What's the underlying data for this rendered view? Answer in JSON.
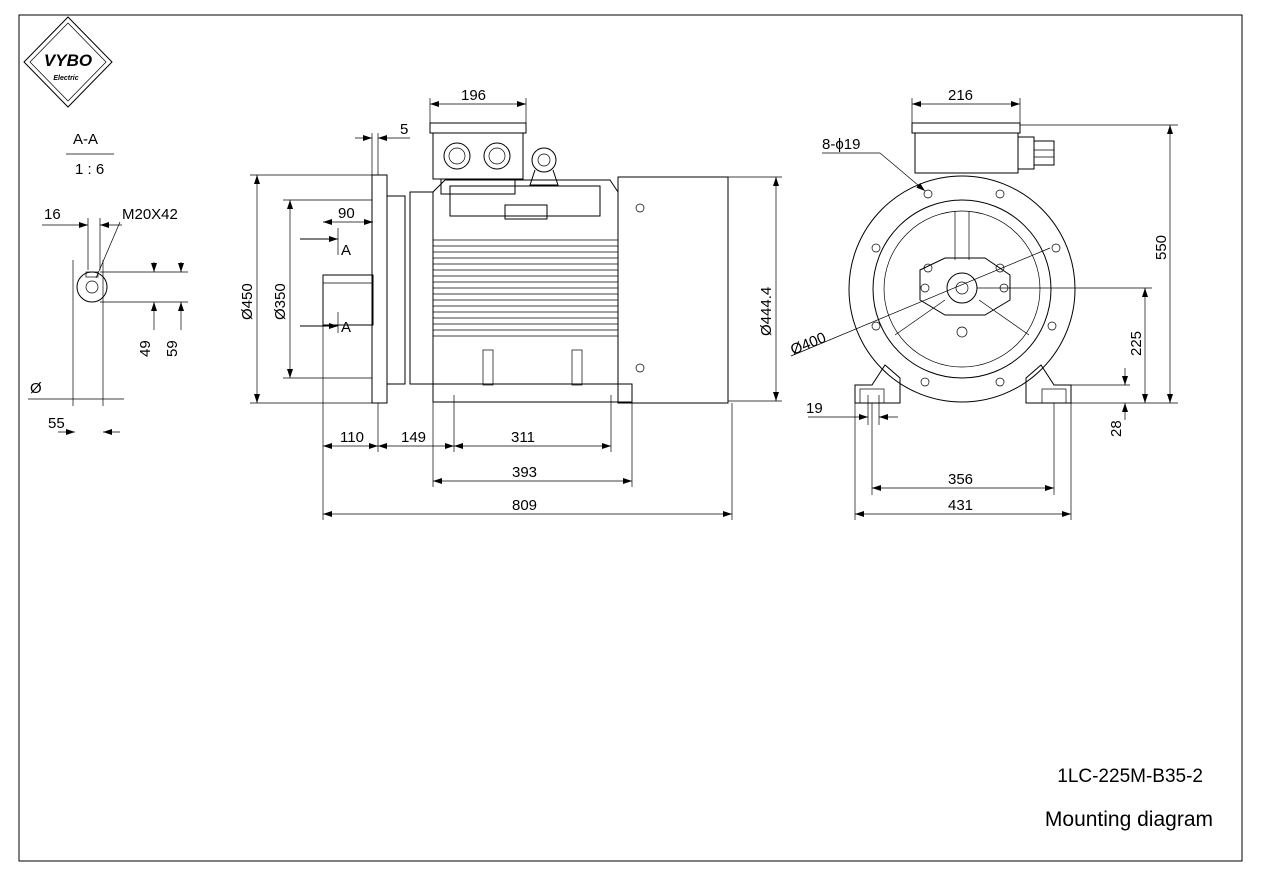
{
  "logo": {
    "brand": "VYBO",
    "sub": "Electric"
  },
  "section": {
    "label": "A-A",
    "scale": "1 : 6"
  },
  "section_dims": {
    "width": "16",
    "thread": "M20X42",
    "h1": "49",
    "h2": "59",
    "dia_symbol": "Ø",
    "dia": "55"
  },
  "side_view": {
    "flange_thick": "5",
    "shaft_offset": "90",
    "section_mark": "A",
    "d_flange": "Ø450",
    "d_spigot": "Ø350",
    "terminal_box": "196",
    "d_frame": "Ø444.4",
    "shaft_len": "110",
    "c": "149",
    "b": "311",
    "base_len": "393",
    "total": "809"
  },
  "end_view": {
    "terminal_box": "216",
    "holes": "8-ϕ19",
    "pcd": "Ø400",
    "height": "550",
    "shaft_height": "225",
    "foot_hole": "19",
    "foot_thick": "28",
    "a": "356",
    "width": "431"
  },
  "title_block": {
    "model": "1LC-225M-B35-2",
    "caption": "Mounting diagram"
  }
}
